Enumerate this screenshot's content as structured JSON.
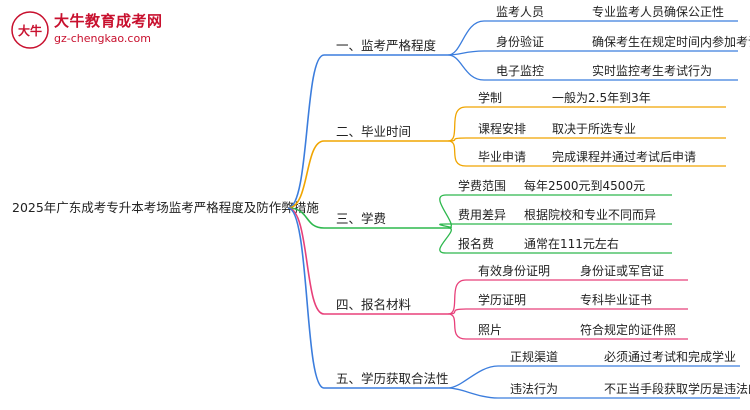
{
  "logo": {
    "title": "大牛教育成考网",
    "url": "gz-chengkao.com",
    "mark_text": "大牛"
  },
  "root": "2025年广东成考专升本考场监考严格程度及防作弊措施",
  "branches": [
    {
      "label": "一、监考严格程度",
      "color": "#3b7ddd",
      "children": [
        {
          "label": "监考人员",
          "note": "专业监考人员确保公正性"
        },
        {
          "label": "身份验证",
          "note": "确保考生在规定时间内参加考试"
        },
        {
          "label": "电子监控",
          "note": "实时监控考生考试行为"
        }
      ]
    },
    {
      "label": "二、毕业时间",
      "color": "#f0a500",
      "children": [
        {
          "label": "学制",
          "note": "一般为2.5年到3年"
        },
        {
          "label": "课程安排",
          "note": "取决于所选专业"
        },
        {
          "label": "毕业申请",
          "note": "完成课程并通过考试后申请"
        }
      ]
    },
    {
      "label": "三、学费",
      "color": "#2db84d",
      "children": [
        {
          "label": "学费范围",
          "note": "每年2500元到4500元"
        },
        {
          "label": "费用差异",
          "note": "根据院校和专业不同而异"
        },
        {
          "label": "报名费",
          "note": "通常在111元左右"
        }
      ]
    },
    {
      "label": "四、报名材料",
      "color": "#e8407a",
      "children": [
        {
          "label": "有效身份证明",
          "note": "身份证或军官证"
        },
        {
          "label": "学历证明",
          "note": "专科毕业证书"
        },
        {
          "label": "照片",
          "note": "符合规定的证件照"
        }
      ]
    },
    {
      "label": "五、学历获取合法性",
      "color": "#3b7ddd",
      "children": [
        {
          "label": "正规渠道",
          "note": "必须通过考试和完成学业"
        },
        {
          "label": "违法行为",
          "note": "不正当手段获取学历是违法的"
        }
      ]
    }
  ]
}
